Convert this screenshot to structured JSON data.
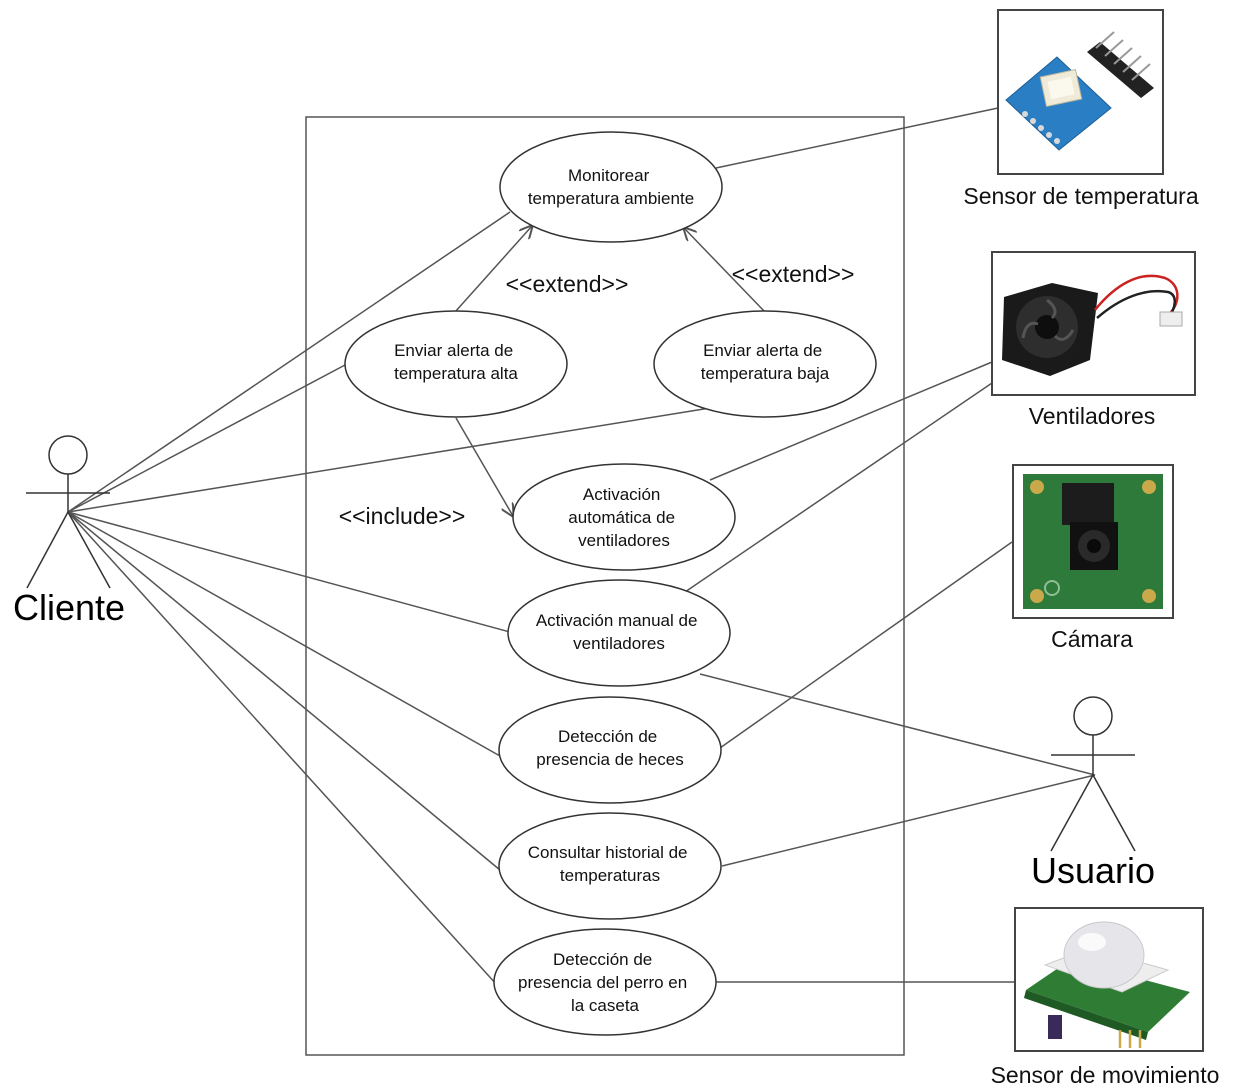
{
  "use_cases": {
    "monitorear": [
      "Monitorear",
      "temperatura ambiente"
    ],
    "alerta_alta": [
      "Enviar alerta de",
      "temperatura alta"
    ],
    "alerta_baja": [
      "Enviar alerta de",
      "temperatura baja"
    ],
    "activacion_auto": [
      "Activación",
      "automática de",
      "ventiladores"
    ],
    "activacion_manual": [
      "Activación manual de",
      "ventiladores"
    ],
    "heces": [
      "Detección de",
      "presencia de heces"
    ],
    "historial": [
      "Consultar historial de",
      "temperaturas"
    ],
    "perro": [
      "Detección de",
      "presencia del perro en",
      "la caseta"
    ]
  },
  "stereotypes": {
    "extend_left": "<<extend>>",
    "extend_right": "<<extend>>",
    "include": "<<include>>"
  },
  "actors": {
    "cliente": "Cliente",
    "usuario": "Usuario"
  },
  "devices": {
    "sensor_temp": "Sensor de temperatura",
    "ventiladores": "Ventiladores",
    "camara": "Cámara",
    "sensor_mov": "Sensor de movimiento"
  },
  "colors": {
    "line": "#555555",
    "ellipse_stroke": "#333333",
    "pcb_blue": "#2a7fc4",
    "pcb_green": "#2d7a3a",
    "fan_black": "#1a1a1a"
  }
}
